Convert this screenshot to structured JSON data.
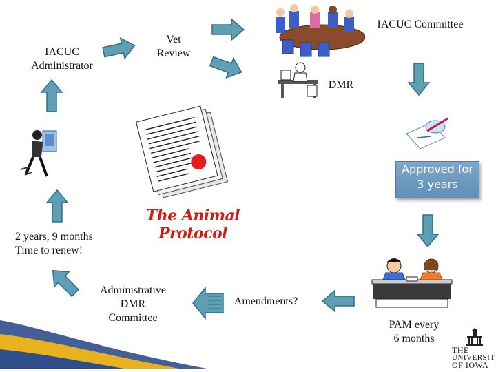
{
  "title": "The Animal Protocol",
  "nodes": {
    "iacuc_admin": "IACUC\nAdministrator",
    "vet_review": "Vet\nReview",
    "iacuc_committee": "IACUC Committee",
    "dmr": "DMR",
    "approved": "Approved for\n3 years",
    "renew": "2 years, 9 months\nTime to renew!",
    "admin_dmr_committee": "Administrative\nDMR\nCommittee",
    "amendments": "Amendments?",
    "pam": "PAM every\n6 months"
  },
  "logo": {
    "line1": "THE",
    "line2": "UNIVERSITY",
    "line3": "OF IOWA"
  },
  "colors": {
    "arrow_fill": "#5f9fb5",
    "arrow_stroke": "#2f6e86",
    "title_red": "#cc1f16",
    "approved_bg": "#6f9bc2",
    "deco_yellow": "#e8b21f",
    "deco_blue": "#2e4f8c"
  },
  "icons": [
    "committee-meeting-icon",
    "dmr-worker-icon",
    "signing-hand-icon",
    "reviewer-icon",
    "protocol-document-icon",
    "pam-meeting-icon",
    "university-of-iowa-logo"
  ]
}
